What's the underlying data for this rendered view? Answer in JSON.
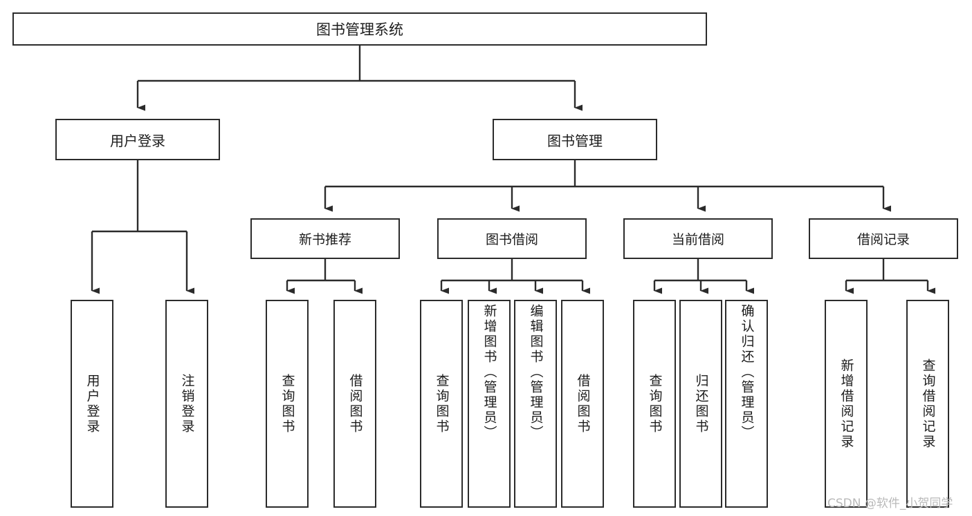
{
  "diagram": {
    "title": "图书管理系统",
    "type": "hierarchy-tree",
    "watermark": "CSDN @软件_小贺同学",
    "colors": {
      "stroke": "#2b2b2b",
      "box_fill": "#ffffff",
      "text": "#1c1c1c",
      "background": "#ffffff",
      "watermark": "#b9b9b9"
    },
    "root": {
      "label": "图书管理系统"
    },
    "level1": [
      {
        "label": "用户登录"
      },
      {
        "label": "图书管理"
      }
    ],
    "level2": [
      {
        "label": "新书推荐"
      },
      {
        "label": "图书借阅"
      },
      {
        "label": "当前借阅"
      },
      {
        "label": "借阅记录"
      }
    ],
    "leaves": {
      "user_login": [
        {
          "label": "用户登录"
        },
        {
          "label": "注销登录"
        }
      ],
      "new_book_recommend": [
        {
          "label": "查询图书"
        },
        {
          "label": "借阅图书"
        }
      ],
      "book_borrow": [
        {
          "label": "查询图书"
        },
        {
          "label": "新增图书（管理员）"
        },
        {
          "label": "编辑图书（管理员）"
        },
        {
          "label": "借阅图书"
        }
      ],
      "current_borrow": [
        {
          "label": "查询图书"
        },
        {
          "label": "归还图书"
        },
        {
          "label": "确认归还（管理员）"
        }
      ],
      "borrow_record": [
        {
          "label": "新增借阅记录"
        },
        {
          "label": "查询借阅记录"
        }
      ]
    }
  }
}
